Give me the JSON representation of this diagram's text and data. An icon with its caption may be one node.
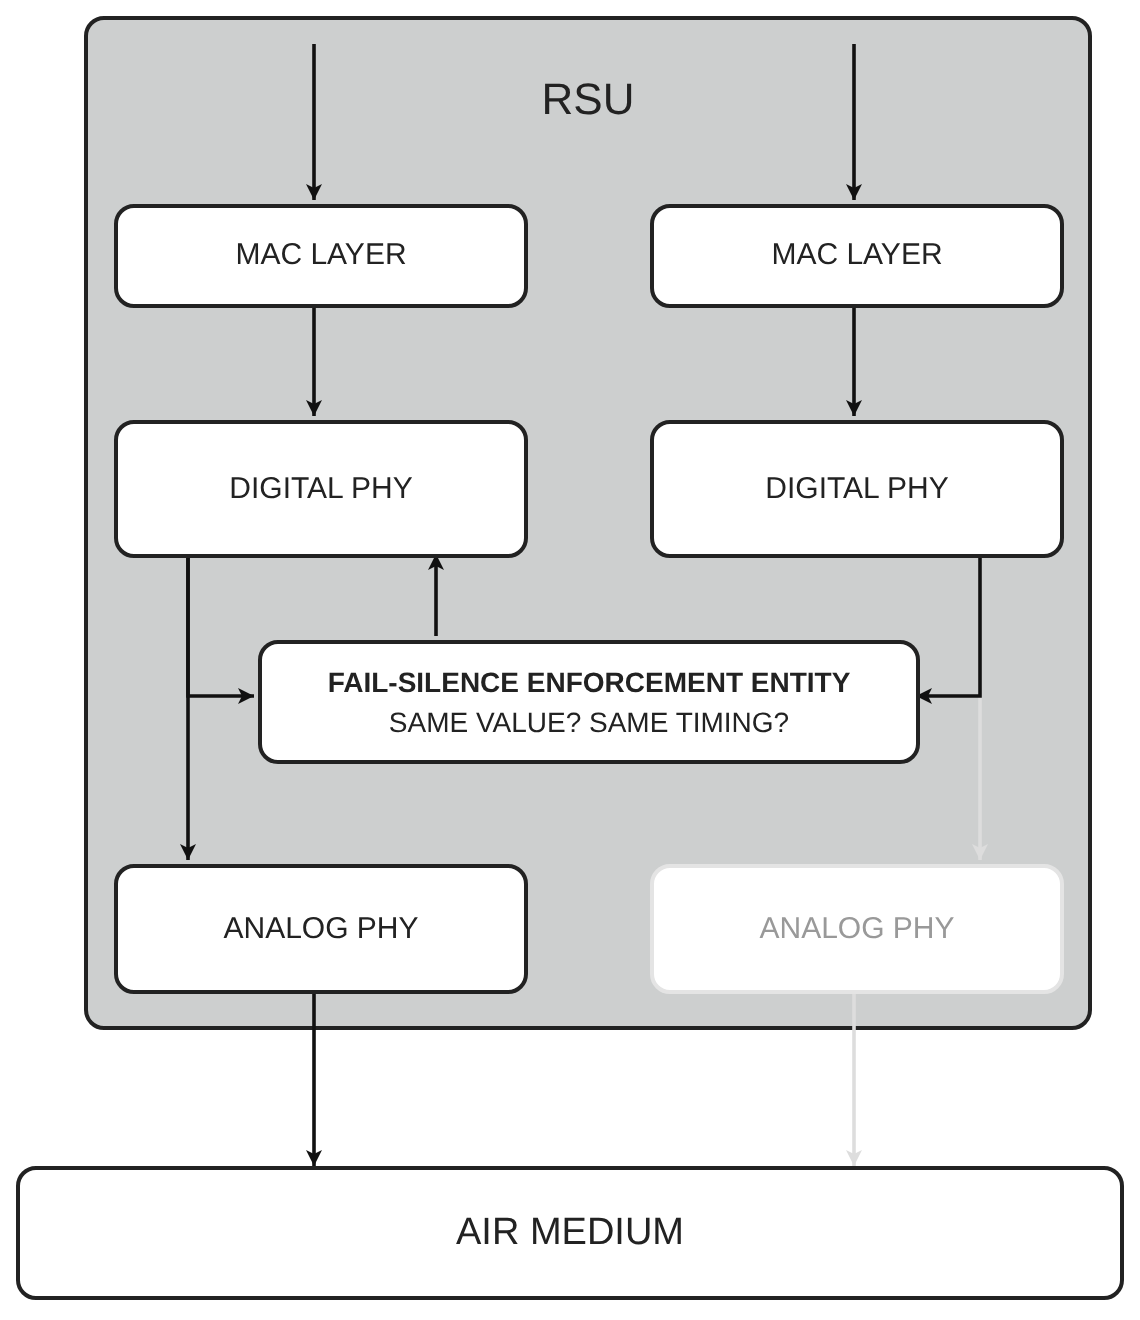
{
  "diagram": {
    "nodes": [
      {
        "text": [
          "RSU"
        ]
      },
      {
        "text": [
          "MAC LAYER"
        ],
        "in": 0
      },
      {
        "text": [
          "MAC LAYER"
        ],
        "in": 0
      },
      {
        "text": [
          "DIGITAL PHY"
        ],
        "in": 0
      },
      {
        "text": [
          "DIGITAL PHY"
        ],
        "in": 0
      },
      {
        "text": [
          "FAIL-SILENCE ENFORCEMENT ENTITY",
          "SAME VALUE? SAME TIMING?"
        ],
        "in": 0
      },
      {
        "text": [
          "ANALOG PHY"
        ],
        "in": 0
      },
      {
        "text": [
          "ANALOG PHY"
        ],
        "in": 0
      },
      {
        "text": [
          "AIR MEDIUM"
        ]
      }
    ],
    "edges": [
      {
        "from": null,
        "to": 1,
        "arrow": "to"
      },
      {
        "from": null,
        "to": 2,
        "arrow": "to"
      },
      {
        "from": 1,
        "to": 3,
        "arrow": "to"
      },
      {
        "from": 2,
        "to": 4,
        "arrow": "to"
      },
      {
        "from": 3,
        "to": 6,
        "arrow": "to"
      },
      {
        "from": 3,
        "to": 5,
        "arrow": "to"
      },
      {
        "from": 5,
        "to": 3,
        "arrow": "to"
      },
      {
        "from": 4,
        "to": 5,
        "arrow": "to"
      },
      {
        "from": 4,
        "to": 7,
        "arrow": "to",
        "color": "#dddddd"
      },
      {
        "from": 6,
        "to": 8,
        "arrow": "to"
      },
      {
        "from": 7,
        "to": 8,
        "arrow": "to",
        "color": "#dddddd"
      }
    ]
  }
}
